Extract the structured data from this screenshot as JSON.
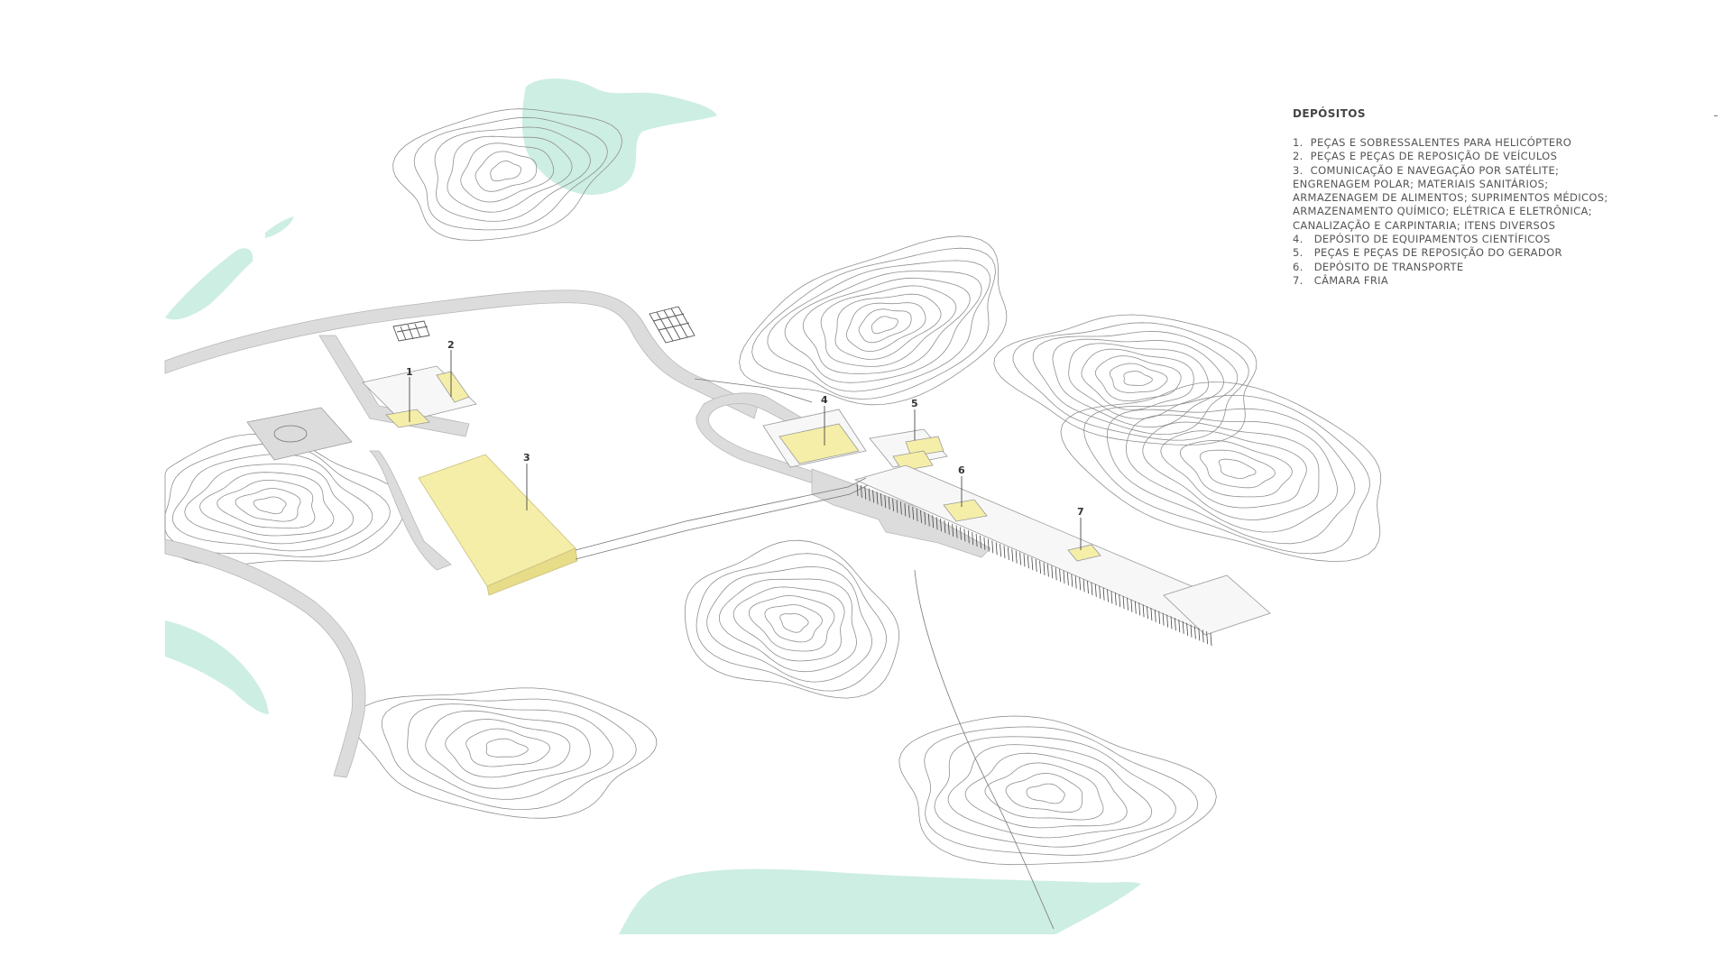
{
  "legend": {
    "title": "DEPÓSITOS",
    "items": [
      "1.  PEÇAS E SOBRESSALENTES PARA HELICÓPTERO",
      "2.  PEÇAS E PEÇAS DE REPOSIÇÃO DE VEÍCULOS",
      "3.  COMUNICAÇÃO E NAVEGAÇÃO POR SATÉLITE;",
      "ENGRENAGEM POLAR; MATERIAIS SANITÁRIOS;",
      "ARMAZENAGEM DE ALIMENTOS; SUPRIMENTOS MÉDICOS;",
      "ARMAZENAMENTO QUÍMICO; ELÉTRICA E ELETRÔNICA;",
      "CANALIZAÇÃO E CARPINTARIA; ITENS DIVERSOS",
      "4.   DEPÓSITO DE EQUIPAMENTOS CIENTÍFICOS",
      "5.   PEÇAS E PEÇAS DE REPOSIÇÃO DO GERADOR",
      "6.   DEPÓSITO DE TRANSPORTE",
      "7.   CÂMARA FRIA"
    ]
  },
  "markers": [
    "1",
    "2",
    "3",
    "4",
    "5",
    "6",
    "7"
  ],
  "colors": {
    "water": "#cdeee2",
    "road": "#dcdcdc",
    "deposit": "#f5eea8",
    "contour": "#8f8f8f",
    "building": "#f7f7f7"
  }
}
